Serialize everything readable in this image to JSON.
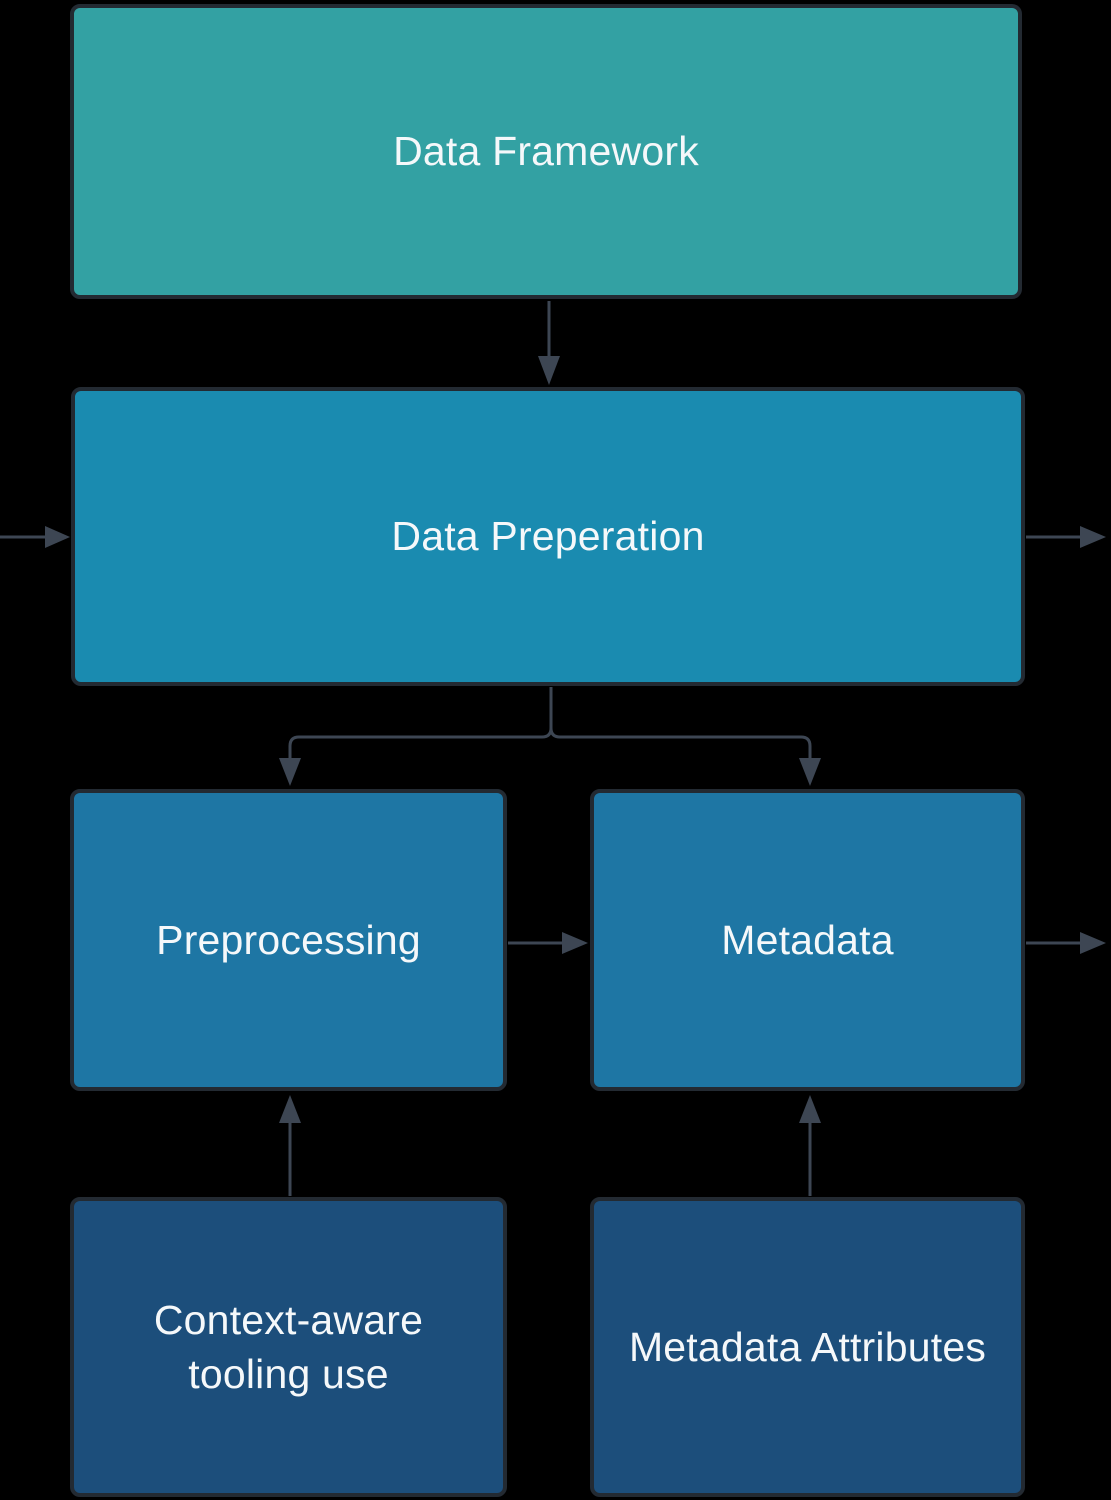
{
  "diagram": {
    "type": "flowchart",
    "background_color": "#000000",
    "edge_color": "#3d4653",
    "node_border_color": "#232a32",
    "text_color": "#f5f8fa",
    "nodes": [
      {
        "id": "data-framework",
        "label": "Data Framework",
        "fill": "#33a1a3"
      },
      {
        "id": "data-preperation",
        "label": "Data Preperation",
        "fill": "#1a8bb0"
      },
      {
        "id": "preprocessing",
        "label": "Preprocessing",
        "fill": "#1e76a4"
      },
      {
        "id": "metadata",
        "label": "Metadata",
        "fill": "#1e76a4"
      },
      {
        "id": "context-aware-tooling-use",
        "label": "Context-aware\ntooling use",
        "fill": "#1c4e7b"
      },
      {
        "id": "metadata-attributes",
        "label": "Metadata Attributes",
        "fill": "#1c4e7b"
      }
    ],
    "edges": [
      {
        "from": "data-framework",
        "to": "data-preperation"
      },
      {
        "from": "offscreen-left",
        "to": "data-preperation"
      },
      {
        "from": "data-preperation",
        "to": "offscreen-right"
      },
      {
        "from": "data-preperation",
        "to": "preprocessing"
      },
      {
        "from": "data-preperation",
        "to": "metadata"
      },
      {
        "from": "preprocessing",
        "to": "metadata"
      },
      {
        "from": "metadata",
        "to": "offscreen-right"
      },
      {
        "from": "context-aware-tooling-use",
        "to": "preprocessing"
      },
      {
        "from": "metadata-attributes",
        "to": "metadata"
      }
    ]
  }
}
